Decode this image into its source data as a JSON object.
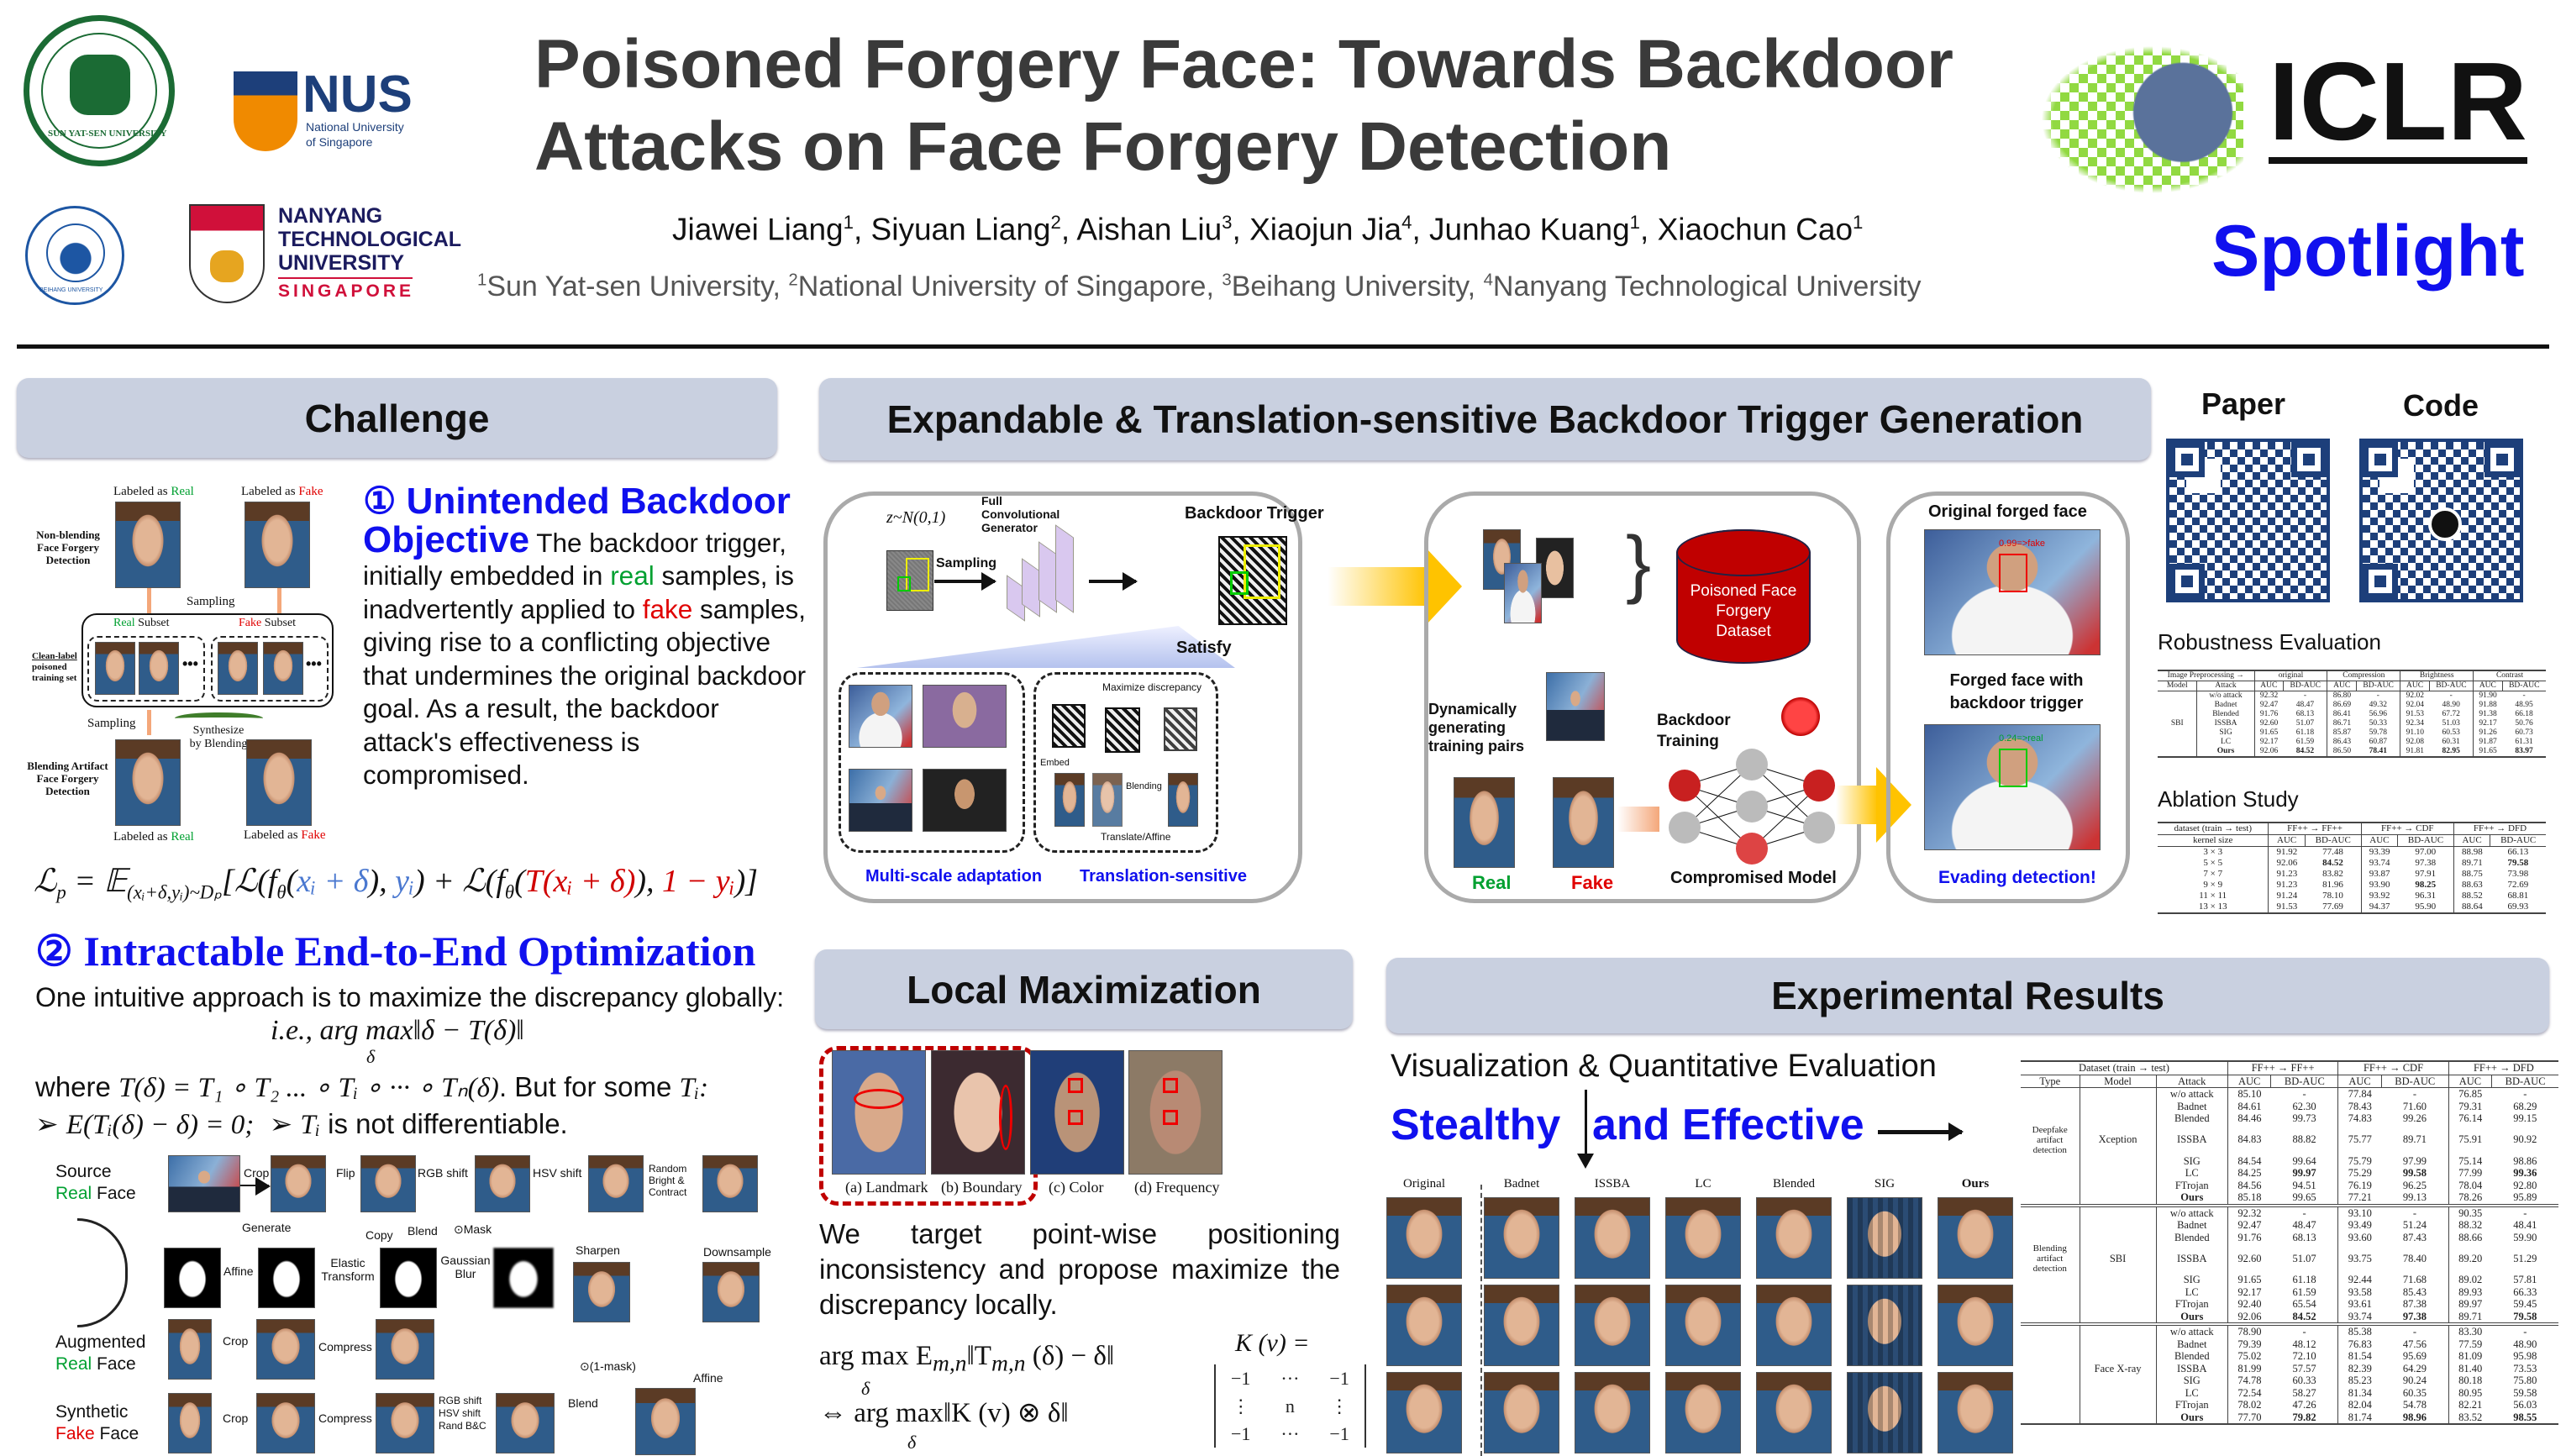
{
  "header": {
    "title_line1": "Poisoned Forgery Face: Towards Backdoor",
    "title_line2": "Attacks on Face Forgery Detection",
    "authors": [
      {
        "name": "Jiawei Liang",
        "aff": "1"
      },
      {
        "name": "Siyuan Liang",
        "aff": "2"
      },
      {
        "name": "Aishan Liu",
        "aff": "3"
      },
      {
        "name": "Xiaojun Jia",
        "aff": "4"
      },
      {
        "name": "Junhao Kuang",
        "aff": "1"
      },
      {
        "name": "Xiaochun Cao",
        "aff": "1"
      }
    ],
    "affiliations": [
      {
        "num": "1",
        "name": "Sun Yat-sen University"
      },
      {
        "num": "2",
        "name": "National University of Singapore"
      },
      {
        "num": "3",
        "name": "Beihang University"
      },
      {
        "num": "4",
        "name": "Nanyang Technological University"
      }
    ],
    "conference": "ICLR",
    "badge": "Spotlight",
    "logos": {
      "sysu": "SUN YAT-SEN UNIVERSITY",
      "nus_short": "NUS",
      "nus_long1": "National University",
      "nus_long2": "of Singapore",
      "ntu1": "NANYANG",
      "ntu2": "TECHNOLOGICAL",
      "ntu3": "UNIVERSITY",
      "ntu4": "SINGAPORE",
      "beihang": "BEIHANG UNIVERSITY"
    }
  },
  "colors": {
    "accent_blue": "#1010ee",
    "real_green": "#00a030",
    "fake_red": "#e00000",
    "header_bg": "#c9d0e0"
  },
  "challenge": {
    "title": "Challenge",
    "figure": {
      "labeled_as": "Labeled as",
      "real": "Real",
      "fake": "Fake",
      "subset": "Subset",
      "non_blending": "Non-blending Face Forgery Detection",
      "clean_label_1": "Clean-label",
      "clean_label_2": "poisoned training set",
      "sampling": "Sampling",
      "synthesize": "Synthesize by Blending",
      "blending": "Blending Artifact Face Forgery Detection"
    },
    "point1": {
      "heading": "① Unintended Backdoor Objective",
      "segments": [
        {
          "t": " The backdoor trigger, initially embedded in "
        },
        {
          "t": "real",
          "c": "#00a030"
        },
        {
          "t": " samples, is inadvertently applied to "
        },
        {
          "t": "fake",
          "c": "#e00000"
        },
        {
          "t": " samples, giving rise to a conflicting objective that undermines the original backdoor goal. As a result, the backdoor attack's effectiveness is compromised."
        }
      ]
    },
    "loss_formula": [
      {
        "t": "ℒ"
      },
      {
        "t": "p",
        "sub": true
      },
      {
        "t": " = 𝔼"
      },
      {
        "t": "(xᵢ+δ,yᵢ)~Dₚ",
        "sub": true
      },
      {
        "t": "[ℒ(f"
      },
      {
        "t": "θ",
        "sub": true
      },
      {
        "t": "("
      },
      {
        "t": "xᵢ + δ",
        "c": "#4a78d0"
      },
      {
        "t": "), "
      },
      {
        "t": "yᵢ",
        "c": "#4a78d0"
      },
      {
        "t": ") + ℒ(f"
      },
      {
        "t": "θ",
        "sub": true
      },
      {
        "t": "("
      },
      {
        "t": "T(xᵢ + δ)",
        "c": "#d00000"
      },
      {
        "t": "), "
      },
      {
        "t": "1 − yᵢ",
        "c": "#d00000"
      },
      {
        "t": ")]"
      }
    ],
    "point2": {
      "heading": "② Intractable End-to-End Optimization",
      "line1": "One intuitive approach is to maximize the discrepancy globally:",
      "formula": "i.e., arg max‖δ − T(δ)‖",
      "formula_sub": "δ",
      "line2_prefix": "where ",
      "line2_math": "T(δ) = T₁ ∘ T₂ ... ∘ Tᵢ ∘ ··· ∘ Tₙ(δ)",
      "line2_suffix": ". But for some ",
      "line2_end": "Tᵢ:",
      "bullet1": "E(Tᵢ(δ) − δ) = 0;",
      "bullet2_math": "Tᵢ",
      "bullet2": " is not differentiable."
    },
    "augmentation": {
      "source_1": "Source",
      "source_real": "Real",
      "face": "Face",
      "augmented": "Augmented",
      "synthetic": "Synthetic",
      "fake": "Fake",
      "ops": {
        "crop": "Crop",
        "flip": "Flip",
        "rgb": "RGB shift",
        "hsv": "HSV shift",
        "random_bc": "Random Bright & Contract",
        "generate": "Generate",
        "copy": "Copy",
        "blend": "Blend",
        "mask": "⊙Mask",
        "affine": "Affine",
        "elastic": "Elastic Transform",
        "gaussian": "Gaussian Blur",
        "sharpen": "Sharpen",
        "downsample": "Downsample",
        "compress": "Compress",
        "one_minus_mask": "⊙(1-mask)",
        "rgb_hsv_rand": "RGB shift HSV shift Rand B&C"
      }
    }
  },
  "trigger_gen": {
    "title": "Expandable & Translation-sensitive Backdoor Trigger Generation",
    "noise": "z~N(0,1)",
    "generator": "Full Convolutional Generator",
    "sampling": "Sampling",
    "trigger": "Backdoor Trigger",
    "satisfy": "Satisfy",
    "maximize": "Maximize discrepancy",
    "embed": "Embed",
    "blending": "Blending",
    "translate": "Translate/Affine",
    "multi_scale": "Multi-scale adaptation",
    "translation_sensitive": "Translation-sensitive",
    "dataset": "Poisoned Face Forgery Dataset",
    "dynamic": "Dynamically generating training pairs",
    "backdoor_training": "Backdoor Training",
    "real": "Real",
    "fake": "Fake",
    "compromised": "Compromised Model",
    "original_forged": "Original forged face",
    "score_fake": "0.99=>fake",
    "forged_trigger": "Forged face with backdoor trigger",
    "score_real": "0.24=>real",
    "evading": "Evading detection!"
  },
  "links": {
    "paper": "Paper",
    "code": "Code"
  },
  "robustness": {
    "title": "Robustness Evaluation",
    "group_header": [
      "Image Preprocessing →",
      "original",
      "Compression",
      "Brightness",
      "Contrast"
    ],
    "columns": [
      "Model",
      "Attack",
      "AUC",
      "BD-AUC",
      "AUC",
      "BD-AUC",
      "AUC",
      "BD-AUC",
      "AUC",
      "BD-AUC"
    ],
    "model": "SBI",
    "rows": [
      {
        "attack": "w/o attack",
        "values": [
          "92.32",
          "-",
          "86.80",
          "-",
          "92.02",
          "-",
          "91.90",
          "-"
        ]
      },
      {
        "attack": "Badnet",
        "values": [
          "92.47",
          "48.47",
          "86.69",
          "49.32",
          "92.04",
          "48.90",
          "91.88",
          "48.95"
        ]
      },
      {
        "attack": "Blended",
        "values": [
          "91.76",
          "68.13",
          "86.41",
          "56.96",
          "91.53",
          "67.72",
          "91.38",
          "66.18"
        ]
      },
      {
        "attack": "ISSBA",
        "values": [
          "92.60",
          "51.07",
          "86.71",
          "50.33",
          "92.34",
          "51.03",
          "92.17",
          "50.76"
        ]
      },
      {
        "attack": "SIG",
        "values": [
          "91.65",
          "61.18",
          "85.87",
          "59.78",
          "91.10",
          "60.53",
          "91.26",
          "60.73"
        ]
      },
      {
        "attack": "LC",
        "values": [
          "92.17",
          "61.59",
          "86.43",
          "60.87",
          "92.08",
          "60.31",
          "91.87",
          "61.31"
        ]
      },
      {
        "attack": "Ours",
        "values": [
          "92.06",
          "84.52",
          "86.50",
          "78.41",
          "91.81",
          "82.95",
          "91.65",
          "83.97"
        ],
        "bold": [
          1,
          3,
          5,
          7
        ],
        "bold_label": true
      }
    ]
  },
  "ablation": {
    "title": "Ablation Study",
    "group_header": [
      "dataset (train → test)",
      "FF++ → FF++",
      "FF++ → CDF",
      "FF++ → DFD"
    ],
    "columns": [
      "kernel size",
      "AUC",
      "BD-AUC",
      "AUC",
      "BD-AUC",
      "AUC",
      "BD-AUC"
    ],
    "rows": [
      {
        "attack": "3 × 3",
        "values": [
          "91.92",
          "77.48",
          "93.39",
          "97.00",
          "88.98",
          "66.13"
        ]
      },
      {
        "attack": "5 × 5",
        "values": [
          "92.06",
          "84.52",
          "93.74",
          "97.38",
          "89.71",
          "79.58"
        ],
        "bold": [
          1,
          5
        ]
      },
      {
        "attack": "7 × 7",
        "values": [
          "91.23",
          "83.82",
          "93.87",
          "97.91",
          "88.75",
          "73.98"
        ]
      },
      {
        "attack": "9 × 9",
        "values": [
          "91.23",
          "81.96",
          "93.90",
          "98.25",
          "88.63",
          "72.69"
        ],
        "bold": [
          3
        ]
      },
      {
        "attack": "11 × 11",
        "values": [
          "91.24",
          "78.10",
          "93.92",
          "96.31",
          "88.52",
          "68.81"
        ]
      },
      {
        "attack": "13 × 13",
        "values": [
          "91.53",
          "77.69",
          "94.37",
          "95.90",
          "88.64",
          "69.93"
        ]
      }
    ]
  },
  "local_max": {
    "title": "Local Maximization",
    "captions": [
      "(a) Landmark",
      "(b) Boundary",
      "(c) Color",
      "(d) Frequency"
    ],
    "text": "We target point-wise positioning inconsistency and propose maximize the discrepancy locally.",
    "formula1": "arg max E",
    "formula1_sub": "m,n",
    "formula1_rest": "‖T",
    "formula1_sub2": "m,n",
    "formula1_end": " (δ) − δ‖",
    "formula_delta": "δ",
    "formula2": "⇔ arg max‖K (v) ⊗ δ‖",
    "kernel_label": "K (v) =",
    "matrix": [
      [
        "−1",
        "···",
        "−1"
      ],
      [
        "⋮",
        "n",
        "⋮"
      ],
      [
        "−1",
        "···",
        "−1"
      ]
    ]
  },
  "experiments": {
    "title": "Experimental Results",
    "subtitle": "Visualization & Quantitative Evaluation",
    "stealthy": "Stealthy",
    "effective": "and Effective",
    "grid_columns": [
      "Original",
      "Badnet",
      "ISSBA",
      "LC",
      "Blended",
      "SIG",
      "Ours"
    ],
    "table": {
      "group_header": [
        "Dataset (train → test)",
        "FF++ → FF++",
        "FF++ → CDF",
        "FF++ → DFD"
      ],
      "columns": [
        "Type",
        "Model",
        "Attack",
        "AUC",
        "BD-AUC",
        "AUC",
        "BD-AUC",
        "AUC",
        "BD-AUC"
      ],
      "groups": [
        {
          "type": "Deepfake artifact detection",
          "model": "Xception",
          "rows": [
            {
              "attack": "w/o attack",
              "values": [
                "85.10",
                "-",
                "77.84",
                "-",
                "76.85",
                "-"
              ]
            },
            {
              "attack": "Badnet",
              "values": [
                "84.61",
                "62.30",
                "78.43",
                "71.60",
                "79.31",
                "68.29"
              ]
            },
            {
              "attack": "Blended",
              "values": [
                "84.46",
                "99.73",
                "74.83",
                "99.26",
                "76.14",
                "99.15"
              ]
            },
            {
              "attack": "ISSBA",
              "values": [
                "84.83",
                "88.82",
                "75.77",
                "89.71",
                "75.91",
                "90.92"
              ]
            },
            {
              "attack": "SIG",
              "values": [
                "84.54",
                "99.64",
                "75.79",
                "97.99",
                "75.14",
                "98.86"
              ]
            },
            {
              "attack": "LC",
              "values": [
                "84.25",
                "99.97",
                "75.29",
                "99.58",
                "77.99",
                "99.36"
              ],
              "bold": [
                1,
                3,
                5
              ]
            },
            {
              "attack": "FTrojan",
              "values": [
                "84.56",
                "94.51",
                "76.19",
                "96.25",
                "78.04",
                "92.80"
              ]
            },
            {
              "attack": "Ours",
              "values": [
                "85.18",
                "99.65",
                "77.21",
                "99.13",
                "78.26",
                "95.89"
              ],
              "bold_label": true
            }
          ]
        },
        {
          "type": "Blending artifact detection",
          "model": "SBI",
          "rows": [
            {
              "attack": "w/o attack",
              "values": [
                "92.32",
                "-",
                "93.10",
                "-",
                "90.35",
                "-"
              ]
            },
            {
              "attack": "Badnet",
              "values": [
                "92.47",
                "48.47",
                "93.49",
                "51.24",
                "88.32",
                "48.41"
              ]
            },
            {
              "attack": "Blended",
              "values": [
                "91.76",
                "68.13",
                "93.60",
                "87.43",
                "88.66",
                "59.90"
              ]
            },
            {
              "attack": "ISSBA",
              "values": [
                "92.60",
                "51.07",
                "93.75",
                "78.40",
                "89.20",
                "51.29"
              ]
            },
            {
              "attack": "SIG",
              "values": [
                "91.65",
                "61.18",
                "92.44",
                "71.68",
                "89.02",
                "57.81"
              ]
            },
            {
              "attack": "LC",
              "values": [
                "92.17",
                "61.59",
                "93.58",
                "85.43",
                "89.93",
                "66.33"
              ]
            },
            {
              "attack": "FTrojan",
              "values": [
                "92.40",
                "65.54",
                "93.61",
                "87.38",
                "89.97",
                "59.45"
              ]
            },
            {
              "attack": "Ours",
              "values": [
                "92.06",
                "84.52",
                "93.74",
                "97.38",
                "89.71",
                "79.58"
              ],
              "bold": [
                1,
                3,
                5
              ],
              "bold_label": true
            }
          ]
        },
        {
          "type": "",
          "model": "Face X-ray",
          "rows": [
            {
              "attack": "w/o attack",
              "values": [
                "78.90",
                "-",
                "85.38",
                "-",
                "83.30",
                "-"
              ]
            },
            {
              "attack": "Badnet",
              "values": [
                "79.39",
                "48.12",
                "76.83",
                "47.56",
                "77.59",
                "48.90"
              ]
            },
            {
              "attack": "Blended",
              "values": [
                "75.02",
                "72.10",
                "81.54",
                "95.69",
                "81.09",
                "95.98"
              ]
            },
            {
              "attack": "ISSBA",
              "values": [
                "81.99",
                "57.57",
                "82.39",
                "64.29",
                "81.40",
                "73.53"
              ]
            },
            {
              "attack": "SIG",
              "values": [
                "74.78",
                "60.33",
                "85.23",
                "90.24",
                "80.18",
                "75.80"
              ]
            },
            {
              "attack": "LC",
              "values": [
                "72.54",
                "58.27",
                "81.34",
                "60.35",
                "80.95",
                "59.58"
              ]
            },
            {
              "attack": "FTrojan",
              "values": [
                "78.02",
                "47.26",
                "82.04",
                "54.78",
                "82.21",
                "56.03"
              ]
            },
            {
              "attack": "Ours",
              "values": [
                "77.70",
                "79.82",
                "81.74",
                "98.96",
                "83.52",
                "98.55"
              ],
              "bold": [
                1,
                3,
                5
              ],
              "bold_label": true
            }
          ]
        }
      ]
    }
  }
}
